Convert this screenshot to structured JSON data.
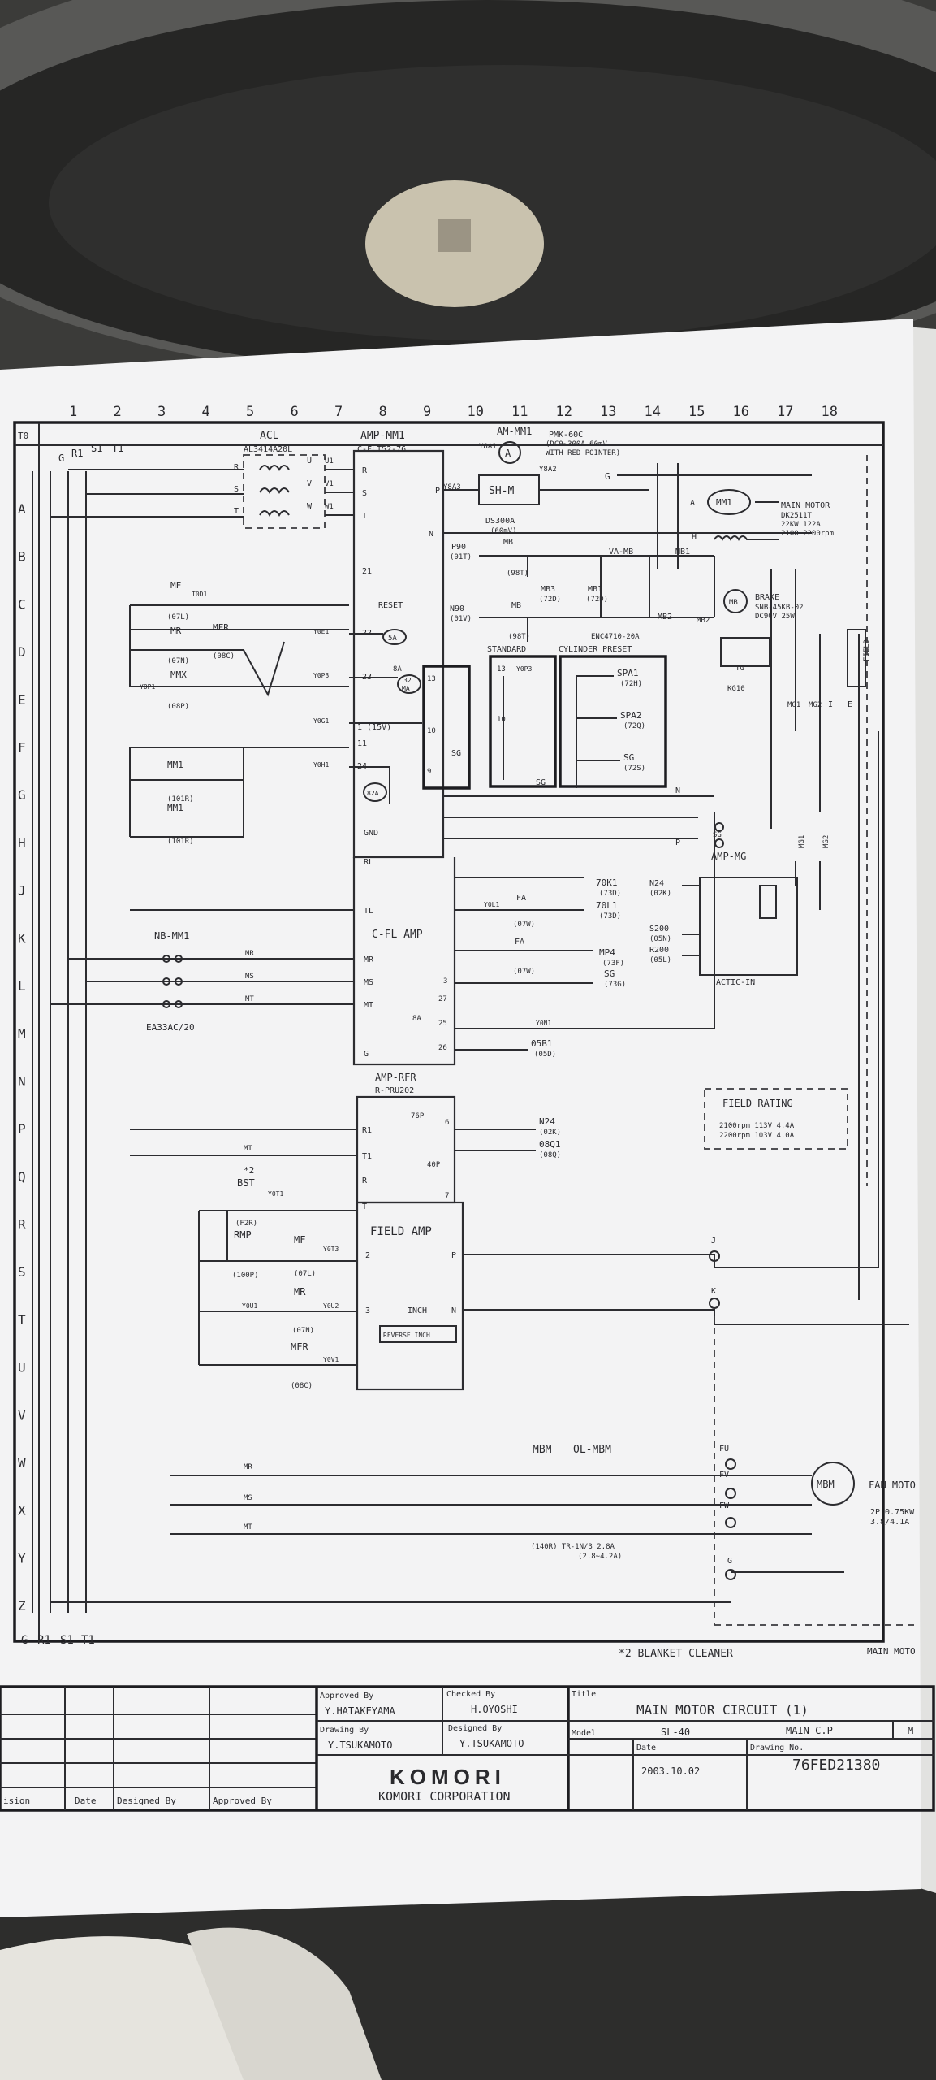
{
  "diagram": {
    "col_numbers": [
      "1",
      "2",
      "3",
      "4",
      "5",
      "6",
      "7",
      "8",
      "9",
      "10",
      "11",
      "12",
      "13",
      "14",
      "15",
      "16",
      "17",
      "18"
    ],
    "row_letters": [
      "A",
      "B",
      "C",
      "D",
      "E",
      "F",
      "G",
      "H",
      "J",
      "K",
      "L",
      "M",
      "N",
      "P",
      "Q",
      "R",
      "S",
      "T",
      "U",
      "V",
      "W",
      "X",
      "Y",
      "Z"
    ],
    "corner_mark": "T0",
    "bus_labels_top": [
      "G",
      "R1",
      "S1",
      "T1"
    ],
    "bus_labels_bottom": [
      "G",
      "R1",
      "S1",
      "T1"
    ],
    "acl": {
      "title": "ACL",
      "part": "AL3414A20L",
      "in": [
        "R",
        "S",
        "T"
      ],
      "out": [
        "U",
        "V",
        "W"
      ],
      "out_sub": [
        "U1",
        "V1",
        "W1"
      ]
    },
    "amp_mm1": {
      "title": "AMP-MM1",
      "part": "C-FLT52-76",
      "terms": [
        "R",
        "S",
        "T"
      ]
    },
    "am_mm1": {
      "title": "AM-MM1",
      "sub": "Y8A1",
      "sh": "SH-M",
      "terms": [
        "Y8A2",
        "Y8A3"
      ],
      "meter": "A",
      "ds": "DS300A",
      "ds_sub": "(60mV)"
    },
    "pmk": {
      "line1": "PMK-60C",
      "line2": "(DC0~300A 60mV",
      "line3": "WITH RED POINTER)"
    },
    "main_motor": {
      "symbol": "MM1",
      "line1": "MAIN MOTOR",
      "line2": "DK2511T",
      "line3": "22KW 122A",
      "line4": "2100~2200rpm",
      "terms": [
        "A",
        "H"
      ]
    },
    "brake": {
      "symbol": "MB",
      "line1": "BRAKE",
      "line2": "SNB-45KB-02",
      "line3": "DC90V 25W"
    },
    "mb_block": {
      "p90": "P90",
      "p90_sub": "(01T)",
      "mb": "MB",
      "mb_sub": "(98T)",
      "mb3": "MB3",
      "mb3_sub": "(72D)",
      "mb1": "MB1",
      "mb1_sub": "(72D)",
      "vamb": "VA-MB",
      "mb1b": "MB1",
      "n90": "N90",
      "n90_sub": "(01V)",
      "mb2": "MB",
      "mb2_sub": "(98T)",
      "enc": "ENC4710-20A",
      "mb2b": "MB2",
      "mb2c": "MB2"
    },
    "left_contacts": {
      "mf": "MF",
      "mf_t": "T0D1",
      "mf_sub": "(07L)",
      "mr": "MR",
      "mr_sub": "(07N)",
      "mfr": "MFR",
      "mfr_sub": "(08C)",
      "mmx": "MMX",
      "mmx_sub": "(08P)",
      "y0p1": "Y0P1",
      "mm1a": "MM1",
      "mm1a_sub": "(101R)",
      "mm1b": "MM1",
      "mm1b_sub": "(101R)"
    },
    "amp_terms": {
      "reset": "RESET",
      "r21": "21",
      "r22": "22",
      "y0e1": "Y0E1",
      "s5a": "5A",
      "s8a": "8A",
      "r23": "23",
      "y0p3": "Y0P3",
      "s32": "32",
      "s32b": "MA",
      "y0g1": "Y0G1",
      "v15": "1 (15V)",
      "r11": "11",
      "y0h1": "Y0H1",
      "r24": "24",
      "s82a": "82A",
      "gnd": "GND"
    },
    "standard": {
      "title": "STANDARD",
      "terms": [
        "13",
        "Y0P3",
        "10",
        "SG"
      ]
    },
    "cyl": {
      "title": "CYLINDER PRESET",
      "spa1": "SPA1",
      "spa1_sub": "(72H)",
      "spa2": "SPA2",
      "spa2_sub": "(72Q)",
      "sg": "SG",
      "sg_sub": "(72S)"
    },
    "cfl": {
      "title": "C-FL AMP",
      "rl": "RL",
      "tl": "TL",
      "mr": "MR",
      "ms": "MS",
      "mt": "MT",
      "g": "G"
    },
    "outs": {
      "o70k1": "70K1",
      "o70k1_sub": "(73D)",
      "fa": "FA",
      "fa_sub": "(07W)",
      "o70l1": "70L1",
      "o70l1_sub": "(73D)",
      "fa2": "FA",
      "fa2_sub": "(07W)",
      "mp4": "MP4",
      "mp4_sub": "(73F)",
      "sg": "SG",
      "sg_sub": "(73G)",
      "s8a": "8A",
      "r25": "25",
      "y0n1": "Y0N1",
      "r26": "26",
      "o05b1": "05B1",
      "o05b1_sub": "(05D)",
      "r27": "27",
      "r3": "3",
      "y0l1": "Y0L1"
    },
    "amp_mg": {
      "title": "AMP-MG",
      "sub": "ACTIC-IN",
      "n24": "N24",
      "n24_sub": "(02K)",
      "s200": "S200",
      "s200_sub": "(05N)",
      "r200": "R200",
      "r200_sub": "(05L)",
      "mg1": "MG1",
      "mg2": "MG2"
    },
    "nb_mm1": {
      "title": "NB-MM1",
      "part": "EA33AC/20",
      "lines": [
        "MR",
        "MS",
        "MT"
      ]
    },
    "field_rating": {
      "title": "FIELD RATING",
      "line1": "2100rpm 113V 4.4A",
      "line2": "2200rpm 103V 4.0A"
    },
    "amp_rfr": {
      "title": "AMP-RFR",
      "part": "R-PRU202",
      "terms": [
        "R1",
        "T1",
        "R",
        "T"
      ],
      "t76p": "76P",
      "r40p": "40P",
      "n24": "N24",
      "n24_sub": "(02K)",
      "o08q1": "08Q1",
      "o08q1_sub": "(08Q)",
      "r6": "6",
      "r7": "7"
    },
    "field_amp": {
      "title": "FIELD AMP",
      "p": "P",
      "n": "N",
      "inch": "INCH",
      "rev": "REVERSE INCH",
      "r2": "2",
      "r3": "3"
    },
    "field_contacts": {
      "star2": "*2",
      "bst": "BST",
      "bst_t": "Y0T1",
      "bst_sub": "(F2R)",
      "rmp": "RMP",
      "rmp_sub": "(100P)",
      "mf": "MF",
      "mf_t": "Y0T3",
      "mf_sub": "(07L)",
      "mr": "MR",
      "mr_t": "Y0U1",
      "mr_t2": "Y0U2",
      "mr_sub": "(07N)",
      "mfr": "MFR",
      "mfr_t": "Y0V1",
      "mfr_sub": "(08C)"
    },
    "fan": {
      "mbm": "MBM",
      "olmbm": "OL-MBM",
      "tr": "(140R) TR-1N/3 2.8A",
      "tr2": "(2.8~4.2A)",
      "fu": "FU",
      "fv": "FV",
      "fw": "FW",
      "g": "G",
      "motor": "MBM",
      "line1": "FAN MOTO",
      "line2": "2P 0.75KW",
      "line3": "3.8/4.1A",
      "lines": [
        "MR",
        "MS",
        "MT"
      ]
    },
    "junctions": {
      "j": "J",
      "k": "K",
      "n": "N",
      "p": "P",
      "i": "I",
      "e": "E"
    },
    "field_side": {
      "field": "FIELD",
      "tg": "TG",
      "kg10": "KG10",
      "mg1": "MG1",
      "mg2": "MG2"
    }
  },
  "footnote": "*2 BLANKET CLEANER",
  "corner_note": "MAIN MOTO",
  "title_block": {
    "approved_by_label": "Approved By",
    "approved_by": "Y.HATAKEYAMA",
    "checked_by_label": "Checked By",
    "checked_by": "H.OYOSHI",
    "drawing_by_label": "Drawing By",
    "drawing_by": "Y.TSUKAMOTO",
    "designed_by_label": "Designed By",
    "designed_by": "Y.TSUKAMOTO",
    "title_label": "Title",
    "title": "MAIN MOTOR CIRCUIT (1)",
    "model_label": "Model",
    "model": "SL-40",
    "sheet_name": "MAIN C.P",
    "sheet_mark": "M",
    "date_label": "Date",
    "date": "2003.10.02",
    "drawing_no_label": "Drawing No.",
    "drawing_no": "76FED21380",
    "company_logo": "KOMORI",
    "company": "KOMORI CORPORATION",
    "rev_headers": [
      "ision",
      "Date",
      "Designed By",
      "Approved By"
    ]
  }
}
